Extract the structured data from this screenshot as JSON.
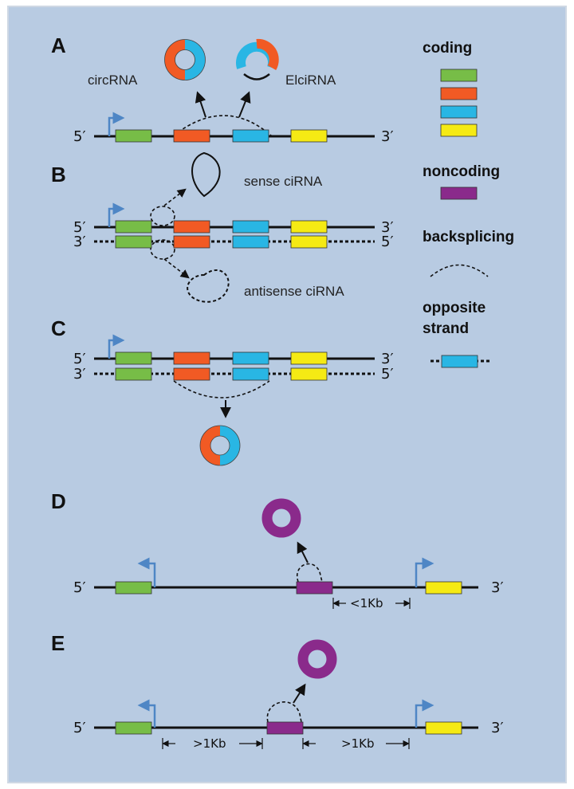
{
  "colors": {
    "background": "#b8cbe2",
    "coding_green": "#77bd47",
    "coding_orange": "#f15a24",
    "coding_blue": "#29b6e4",
    "coding_yellow": "#f5ea14",
    "noncoding_purple": "#8a2a8b",
    "promoter_arrow": "#4e86c5",
    "line": "#111111"
  },
  "panels": [
    {
      "letter": "A",
      "products": [
        "circRNA",
        "ElciRNA"
      ],
      "five_prime": "5′",
      "three_prime": "3′"
    },
    {
      "letter": "B",
      "products": [
        "sense ciRNA",
        "antisense ciRNA"
      ],
      "five_prime": "5′",
      "three_prime": "3′"
    },
    {
      "letter": "C",
      "five_prime": "5′",
      "three_prime": "3′"
    },
    {
      "letter": "D",
      "distances": [
        "<1Kb"
      ],
      "five_prime": "5′",
      "three_prime": "3′"
    },
    {
      "letter": "E",
      "distances": [
        ">1Kb",
        ">1Kb"
      ],
      "five_prime": "5′",
      "three_prime": "3′"
    }
  ],
  "legend": {
    "coding": "coding",
    "noncoding": "noncoding",
    "backsplicing": "backsplicing",
    "opposite_line1": "opposite",
    "opposite_line2": "strand"
  }
}
